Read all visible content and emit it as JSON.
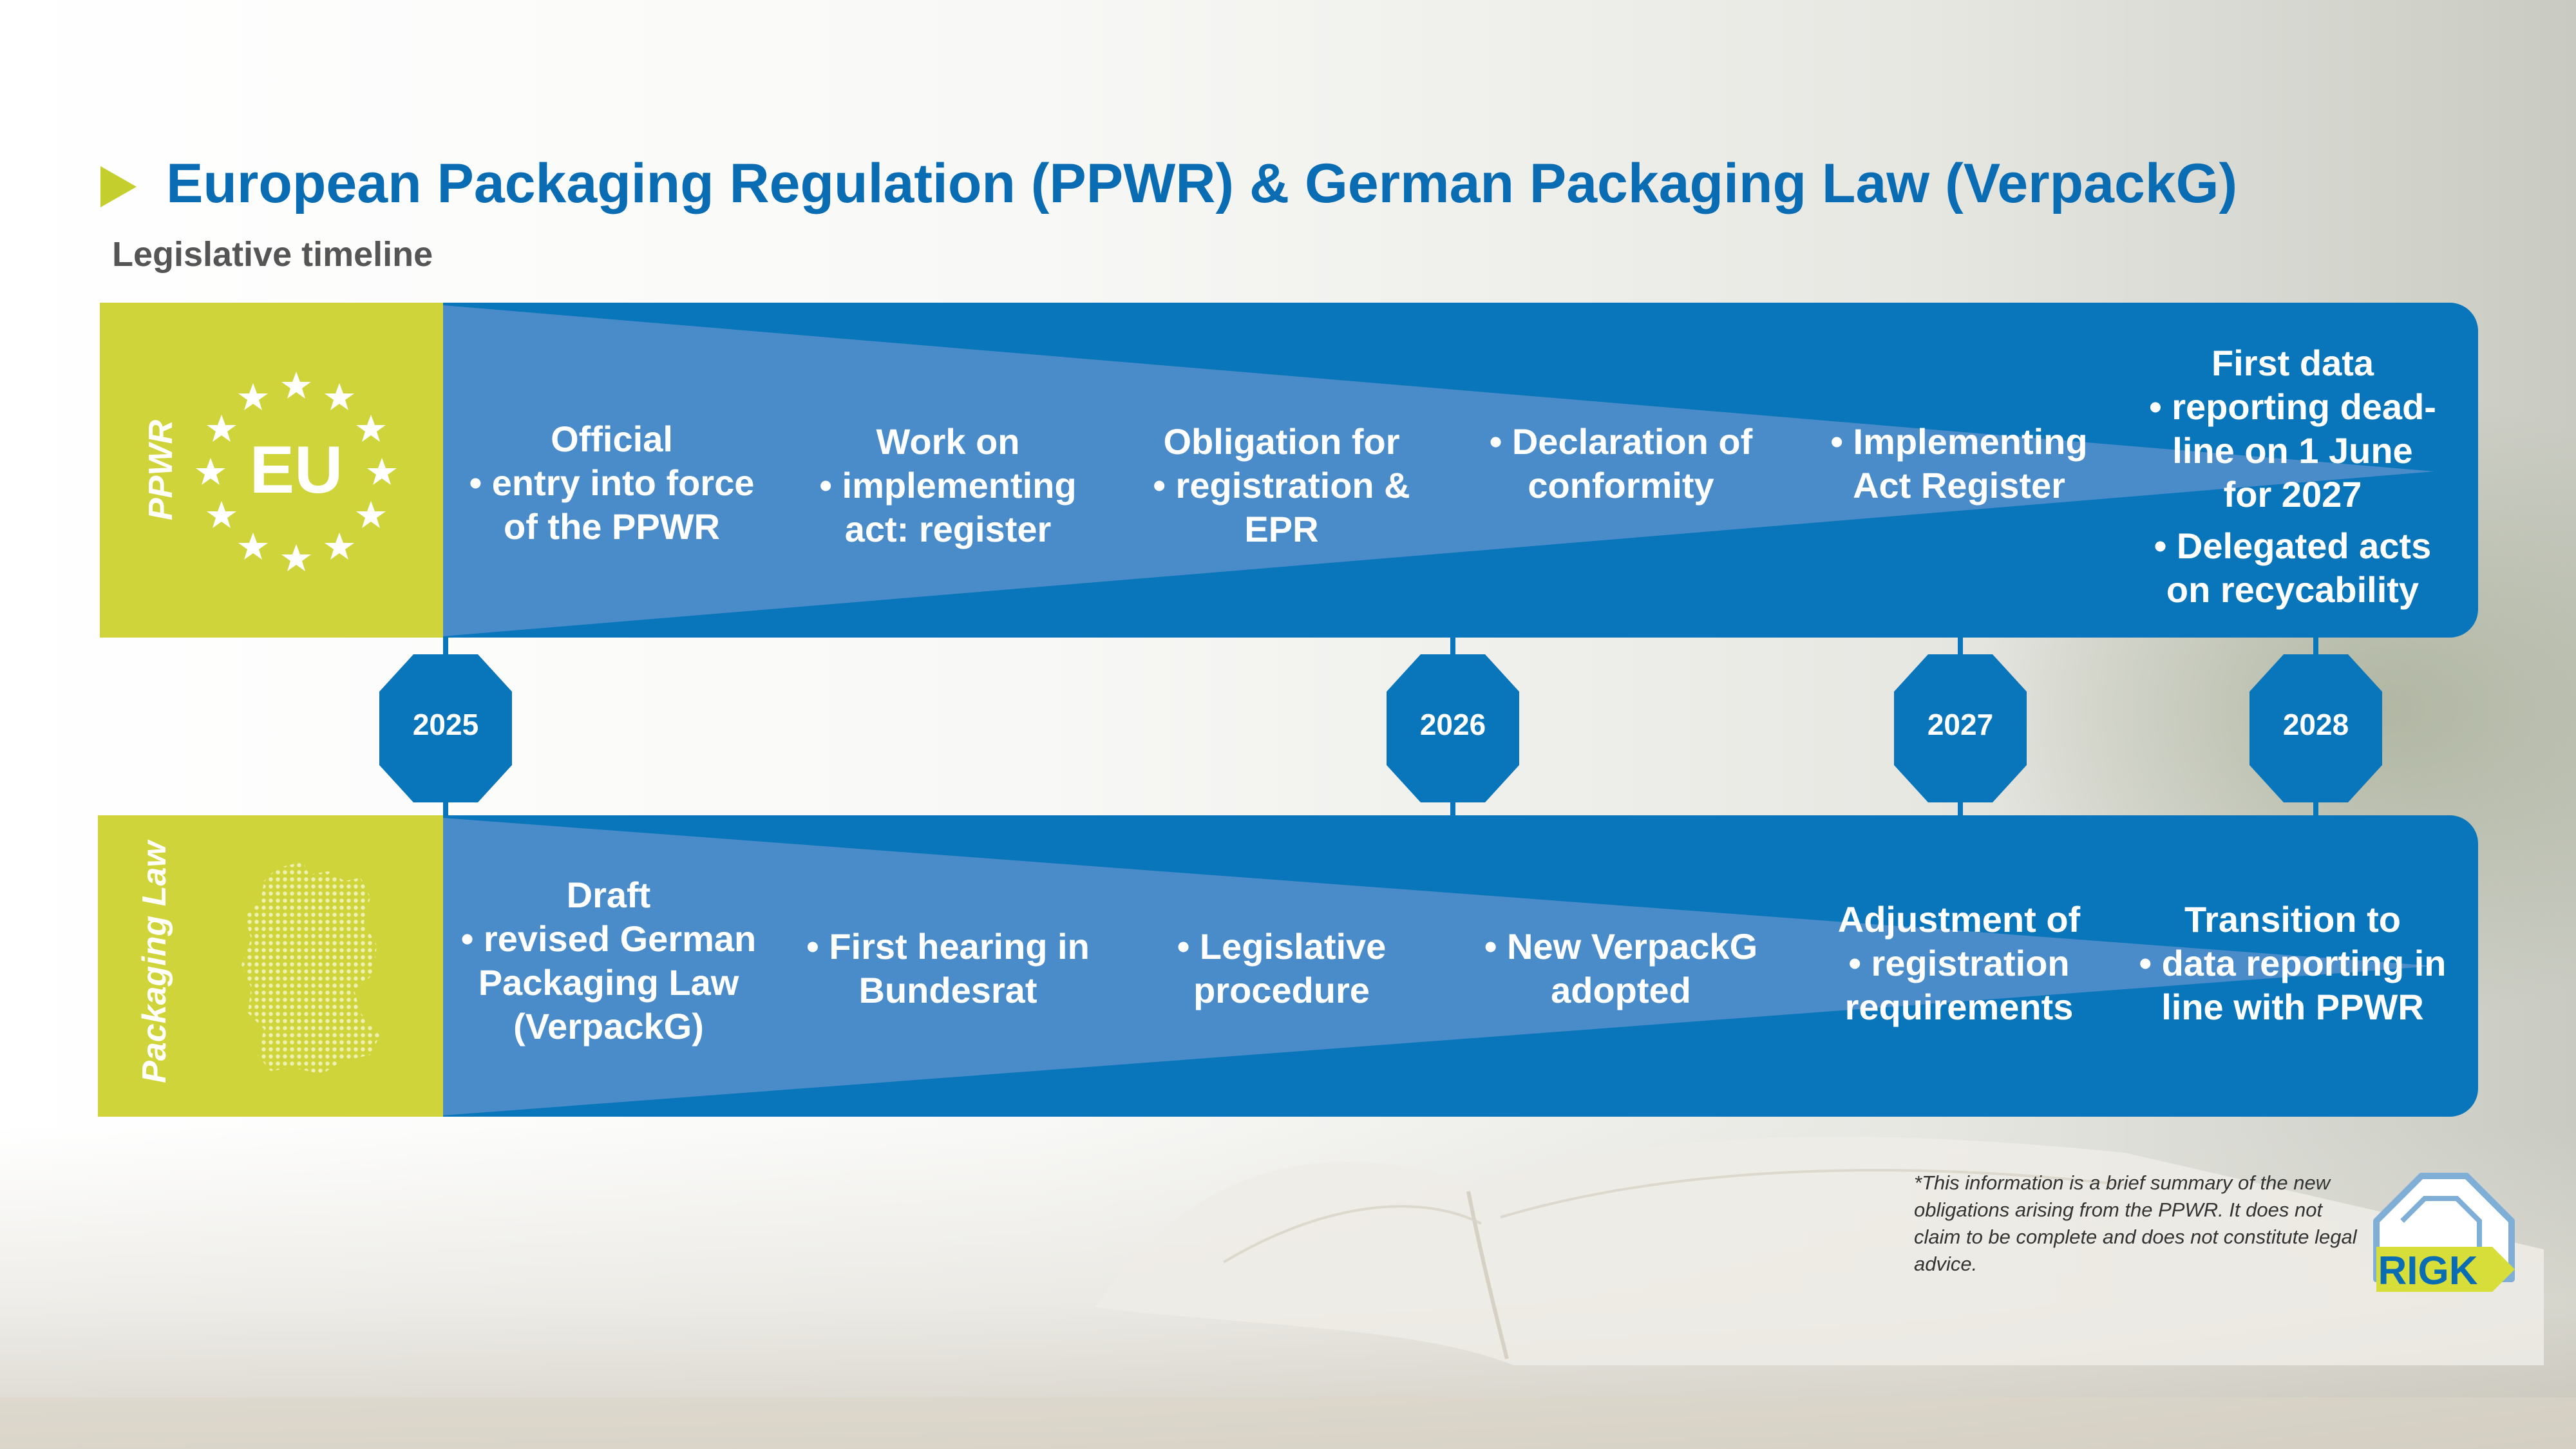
{
  "title": "European Packaging Regulation (PPWR) & German Packaging Law (VerpackG)",
  "subtitle": "Legislative timeline",
  "ppwr": {
    "label": "PPWR",
    "emblem_text": "EU",
    "items": [
      {
        "lines": [
          "Official",
          "• entry into force",
          "of the PPWR"
        ]
      },
      {
        "lines": [
          "Work on",
          "•  implementing",
          "act: register"
        ]
      },
      {
        "lines": [
          "Obligation for",
          "• registration &",
          "EPR"
        ]
      },
      {
        "lines": [
          "• Declaration of",
          "conformity"
        ]
      },
      {
        "lines": [
          "• Implementing",
          "Act Register"
        ]
      },
      {
        "lines": [
          "First data",
          "•  reporting dead-",
          "line on 1 June",
          "for 2027",
          "• Delegated acts",
          "on recycability"
        ]
      }
    ]
  },
  "years": [
    "2025",
    "2026",
    "2027",
    "2028"
  ],
  "packaging_law": {
    "label": "Packaging Law",
    "items": [
      {
        "lines": [
          "Draft",
          "• revised German",
          "Packaging Law",
          "(VerpackG)"
        ]
      },
      {
        "lines": [
          "• First hearing in",
          "Bundesrat"
        ]
      },
      {
        "lines": [
          "• Legislative",
          "procedure"
        ]
      },
      {
        "lines": [
          "• New VerpackG",
          "adopted"
        ]
      },
      {
        "lines": [
          "Adjustment of",
          "• registration",
          "requirements"
        ]
      },
      {
        "lines": [
          "Transition to",
          "• data reporting in",
          "line with PPWR"
        ]
      }
    ]
  },
  "disclaimer": "*This information is a brief summary of the new obligations arising from the PPWR. It does not claim to be complete and does not constitute legal advice.",
  "logo_text": "RIGK",
  "colors": {
    "brand_blue": "#0975ba",
    "wedge_blue": "#4a8cc9",
    "lime": "#cfd43a",
    "title_blue": "#0a6db3"
  }
}
